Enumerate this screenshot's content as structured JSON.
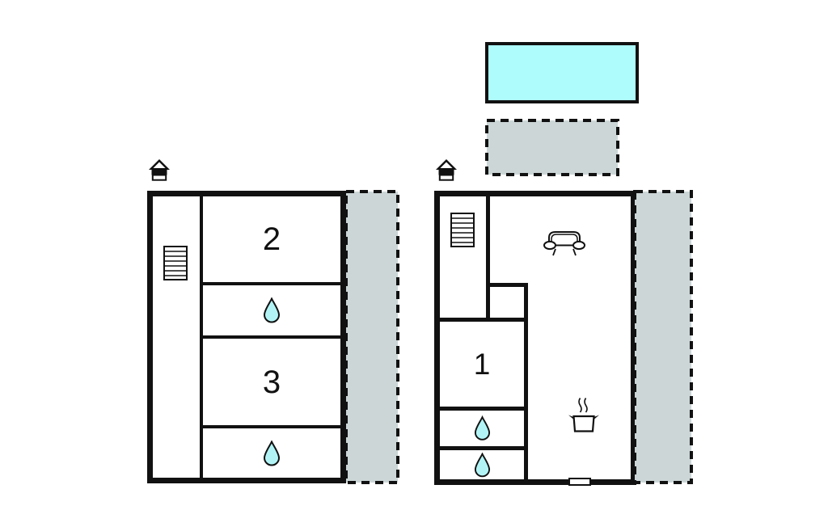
{
  "colors": {
    "wall": "#111111",
    "pool_fill": "#aefcfc",
    "pool_stroke": "#111111",
    "terrace_fill": "#ccd6d7",
    "terrace_stroke": "#111111",
    "water_drop_fill": "#b2f4f6"
  },
  "icons": {
    "entrance": "home-entrance-icon",
    "stairs": "stairs-icon",
    "bathroom": "water-drop-icon",
    "living_room": "sofa-icon",
    "kitchen": "cooking-pot-icon"
  },
  "outdoor": {
    "pool": "swimming-pool",
    "upper_terrace": "terrace-upper",
    "left_terrace": "terrace-left-floor",
    "right_terrace": "terrace-right-floor"
  },
  "plans": {
    "left": {
      "bedroom_top_label": "2",
      "bedroom_bottom_label": "3"
    },
    "right": {
      "bedroom_label": "1"
    }
  }
}
